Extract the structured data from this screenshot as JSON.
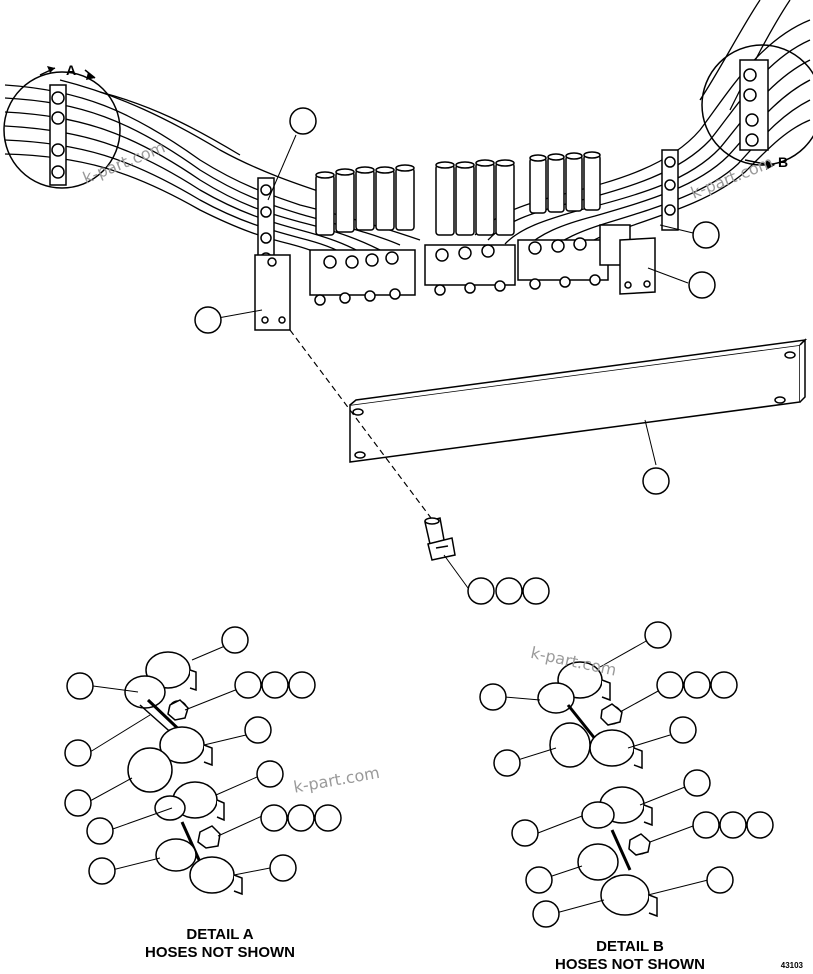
{
  "detail_a": {
    "letter": "A",
    "caption_line1": "DETAIL A",
    "caption_line2": "HOSES NOT SHOWN"
  },
  "detail_b": {
    "letter": "B",
    "caption_line1": "DETAIL B",
    "caption_line2": "HOSES NOT SHOWN"
  },
  "watermark": "k-part.com",
  "figure_number": "43103"
}
